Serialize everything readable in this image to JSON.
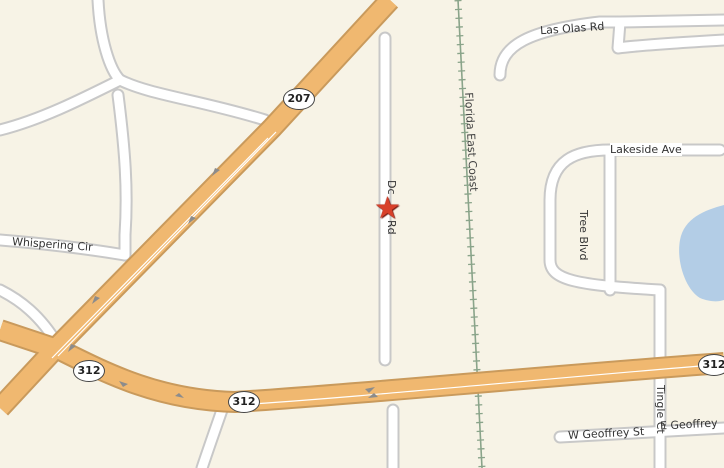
{
  "map": {
    "colors": {
      "background": "#f7f3e6",
      "highway_fill": "#f0b870",
      "highway_casing": "#c99a5c",
      "local_road_fill": "#ffffff",
      "local_road_casing": "#c8c8c8",
      "water": "#b3cde6",
      "railway": "#8aa48a",
      "marker": "#d8402a"
    },
    "labels": {
      "las_olas": "Las Olas Rd",
      "lakeside": "Lakeside Ave",
      "tree_blvd": "Tree Blvd",
      "whispering": "Whispering Cir",
      "dc_rd_top": "Dc",
      "dc_rd_bottom": "Rd",
      "florida_east_coast": "Florida East Coast",
      "tingle_ct": "Tingle Ct",
      "w_geoffrey": "W Geoffrey St",
      "e_geoffrey": "E Geoffrey"
    },
    "shields": {
      "route_207": "207",
      "route_312_left": "312",
      "route_312_center": "312",
      "route_312_right": "312"
    },
    "marker": {
      "icon": "star-icon"
    },
    "water_feature": "lake"
  }
}
